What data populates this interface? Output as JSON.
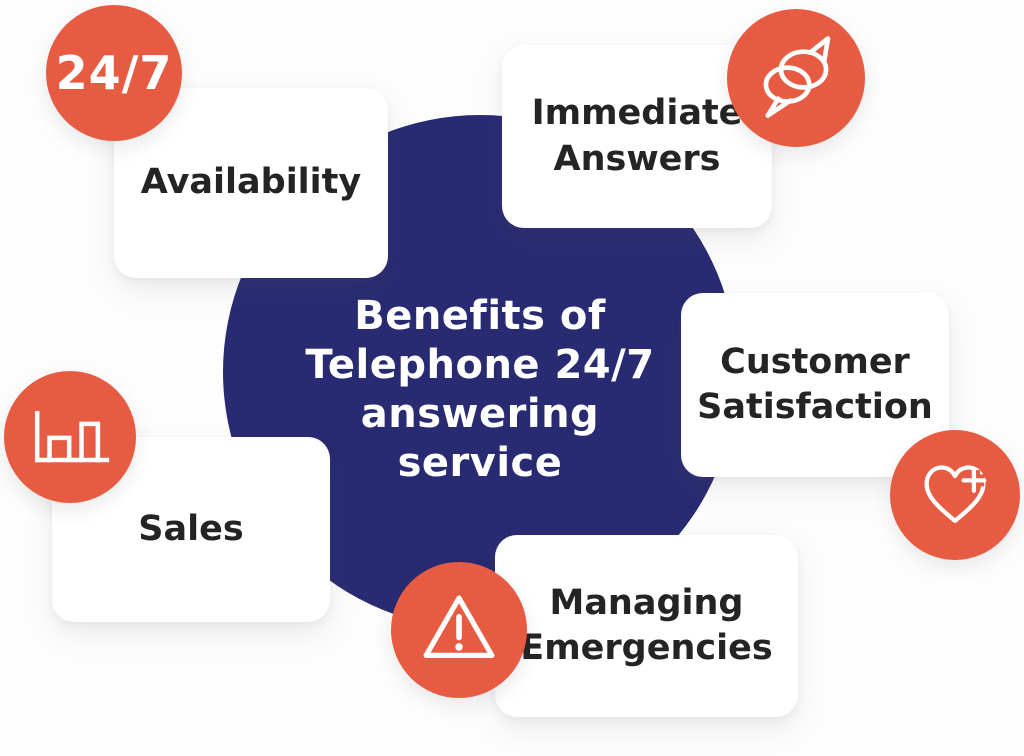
{
  "diagram": {
    "type": "hub-and-spoke infographic",
    "center": {
      "title": "Benefits of\nTelephone 24/7\nanswering service",
      "title_lines_as_shown": "Benefits of\nTelephone 24/7\nanswering\nservice"
    },
    "cards": {
      "availability": {
        "label": "Availability"
      },
      "immediate_answers": {
        "label": "Immediate\nAnswers"
      },
      "customer_satisfaction": {
        "label": "Customer\nSatisfaction"
      },
      "sales": {
        "label": "Sales"
      },
      "managing_emergencies": {
        "label": "Managing\nEmergencies"
      }
    },
    "badges": {
      "availability": {
        "text": "24/7",
        "icon": "text-badge-24-7"
      },
      "immediate_answers": {
        "icon": "chat-bubbles-icon"
      },
      "customer_satisfaction": {
        "icon": "heart-plus-icon"
      },
      "sales": {
        "icon": "bar-chart-icon"
      },
      "managing_emergencies": {
        "icon": "warning-triangle-icon"
      }
    },
    "colors": {
      "navy": "#292b72",
      "orange": "#e65b41",
      "card_background": "#ffffff",
      "label_text": "#242424",
      "center_title_text": "#ffffff",
      "page_background": "#fdfdfd"
    }
  }
}
